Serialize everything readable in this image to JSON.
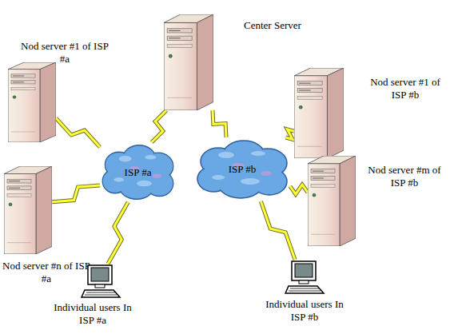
{
  "diagram": {
    "nodes": [
      {
        "text": [
          "Center Server"
        ]
      },
      {
        "text": [
          "Nod server #1 of ISP #a"
        ]
      },
      {
        "text": [
          "Nod server #1 of ISP #b"
        ]
      },
      {
        "text": [
          "ISP #a"
        ]
      },
      {
        "text": [
          "ISP #b"
        ]
      },
      {
        "text": [
          "Nod server #m of ISP #b"
        ]
      },
      {
        "text": [
          "Nod server #n of ISP #a"
        ]
      },
      {
        "text": [
          "Individual users In ISP #a"
        ]
      },
      {
        "text": [
          "Individual users In ISP #b"
        ]
      }
    ],
    "edges": [
      {
        "from": 0,
        "to": 3,
        "arrow": "none"
      },
      {
        "from": 0,
        "to": 4,
        "arrow": "none"
      },
      {
        "from": 1,
        "to": 3,
        "arrow": "none"
      },
      {
        "from": 6,
        "to": 3,
        "arrow": "none"
      },
      {
        "from": 3,
        "to": 7,
        "arrow": "none"
      },
      {
        "from": 2,
        "to": 4,
        "arrow": "none"
      },
      {
        "from": 5,
        "to": 4,
        "arrow": "none"
      },
      {
        "from": 4,
        "to": 8,
        "arrow": "none"
      }
    ]
  }
}
